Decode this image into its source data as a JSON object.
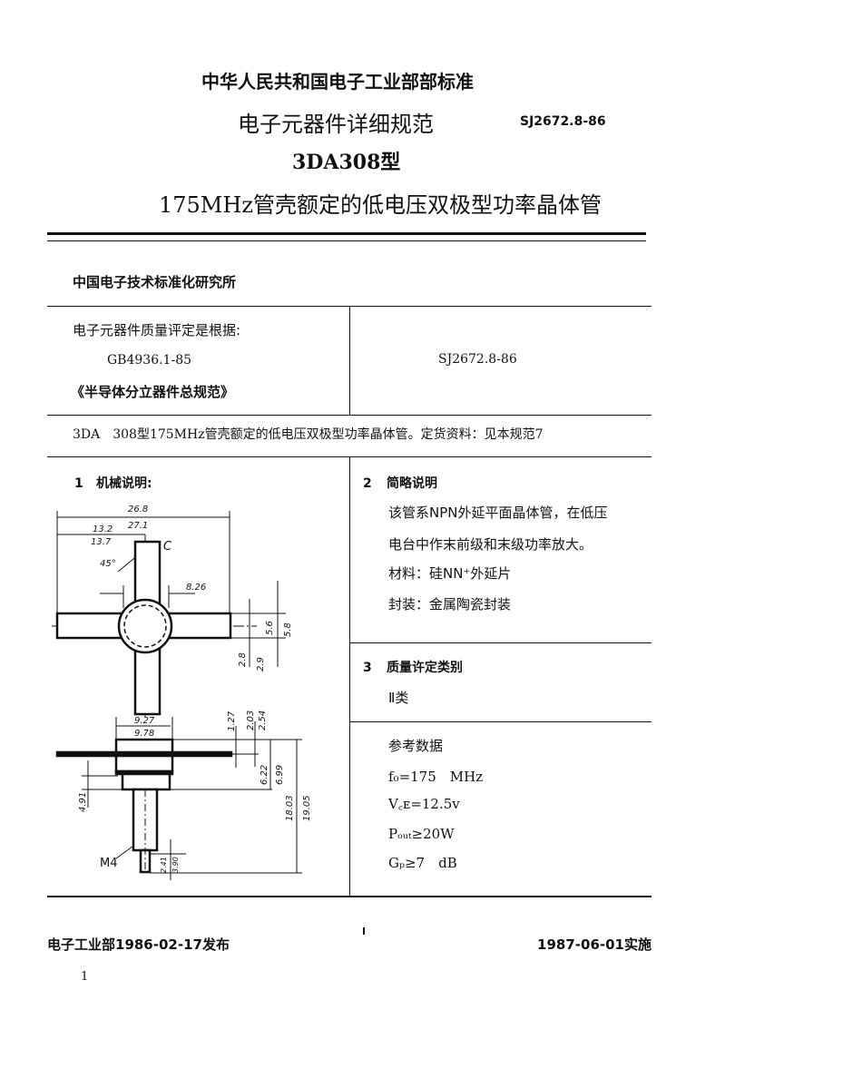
{
  "header": {
    "issuer": "中华人民共和国电子工业部部标准",
    "spec_type": "电子元器件详细规范",
    "standard_no": "SJ2672.8-86",
    "model": "3DA308型",
    "title": "175MHz管壳额定的低电压双极型功率晶体管"
  },
  "institute": "中国电子技术标准化研究所",
  "basis": {
    "label": "电子元器件质量评定是根据:",
    "standard": "GB4936.1-85",
    "name": "《半导体分立器件总规范》",
    "spec_no": "SJ2672.8-86"
  },
  "summary_line": "3DA　308型175MHz管壳额定的低电压双极型功率晶体管。定货资料：见本规范7",
  "section1": {
    "number": "1",
    "title": "机械说明:",
    "drawing_labels": {
      "d1": "26.8",
      "d2": "27.1",
      "d3": "13.2",
      "d4": "13.7",
      "angle": "45°",
      "pin": "C",
      "d5": "8.26",
      "d6": "5.6",
      "d7": "5.8",
      "d8": "2.8",
      "d9": "2.9",
      "d10": "9.27",
      "d11": "9.78",
      "d12": "1.27",
      "d13": "2.03",
      "d14": "2.54",
      "d15": "6.22",
      "d16": "6.99",
      "d17": "4.91",
      "d18": "18.03",
      "d19": "19.05",
      "thread": "M4",
      "d20": "2.41",
      "d21": "3.90"
    }
  },
  "section2": {
    "number": "2",
    "title": "简略说明",
    "lines": [
      "该管系NPN外延平面晶体管，在低压",
      "电台中作末前级和末级功率放大。"
    ],
    "material": "材料：硅NN⁺外延片",
    "package": "封装：金属陶瓷封装"
  },
  "section3": {
    "number": "3",
    "title": "质量许定类别",
    "category": "Ⅱ类"
  },
  "reference": {
    "title": "参考数据",
    "items": [
      "f₀=175　MHz",
      "V꜀ᴇ=12.5v",
      "Pₒᵤₜ≥20W",
      "Gₚ≥7　dB"
    ]
  },
  "footer": {
    "issued": "电子工业部1986-02-17发布",
    "effective": "1987-06-01实施",
    "page": "1"
  }
}
